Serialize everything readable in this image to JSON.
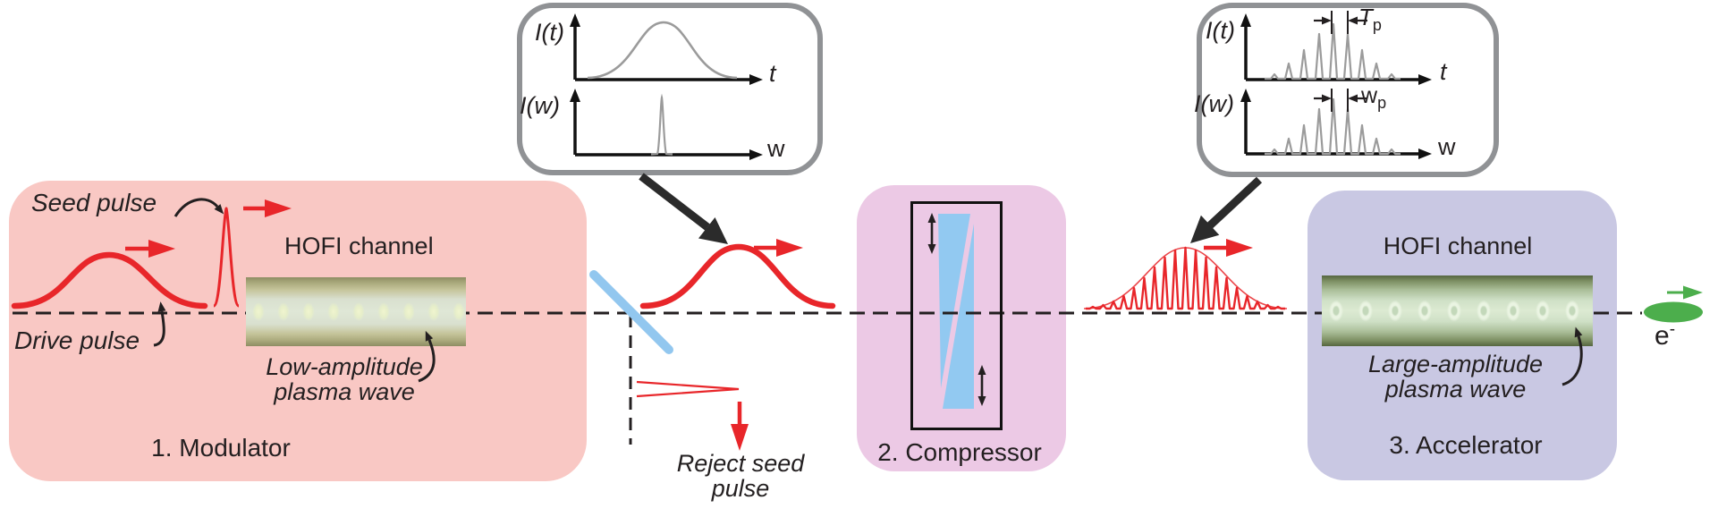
{
  "figure": {
    "description": "Three-stage plasma accelerator scheme: modulator, compressor, accelerator"
  },
  "colors": {
    "modulator_bg": "#f9c8c4",
    "compressor_bg": "#ecc9e5",
    "accelerator_bg": "#c9c8e3",
    "pulse_red": "#e8262a",
    "beamsplitter_blue": "#92c7ef",
    "prism_blue": "#92c9f1",
    "electron_green": "#4cae4c",
    "inset_border_gray": "#909295",
    "curve_gray": "#9b9b9b",
    "text_black": "#231f20"
  },
  "modulator": {
    "title": "1. Modulator",
    "seed_pulse_label": "Seed pulse",
    "drive_pulse_label": "Drive pulse",
    "hofi_label": "HOFI channel",
    "plasma_label_line1": "Low-amplitude",
    "plasma_label_line2": "plasma wave"
  },
  "beamsplitter": {
    "reject_label_line1": "Reject seed",
    "reject_label_line2": "pulse"
  },
  "compressor": {
    "title": "2. Compressor"
  },
  "accelerator": {
    "title": "3. Accelerator",
    "hofi_label": "HOFI channel",
    "plasma_label_line1": "Large-amplitude",
    "plasma_label_line2": "plasma wave",
    "electron_label": "e",
    "electron_charge": "-"
  },
  "inset_unmodulated": {
    "top_ylabel": "I(t)",
    "top_xlabel": "t",
    "bottom_ylabel": "I(w)",
    "bottom_xlabel": "w"
  },
  "inset_modulated": {
    "top_ylabel": "I(t)",
    "top_xlabel": "t",
    "bottom_ylabel": "I(w)",
    "bottom_xlabel": "w",
    "period_label_main": "T",
    "period_label_sub": "p",
    "spectral_label_main": "w",
    "spectral_label_sub": "p"
  }
}
